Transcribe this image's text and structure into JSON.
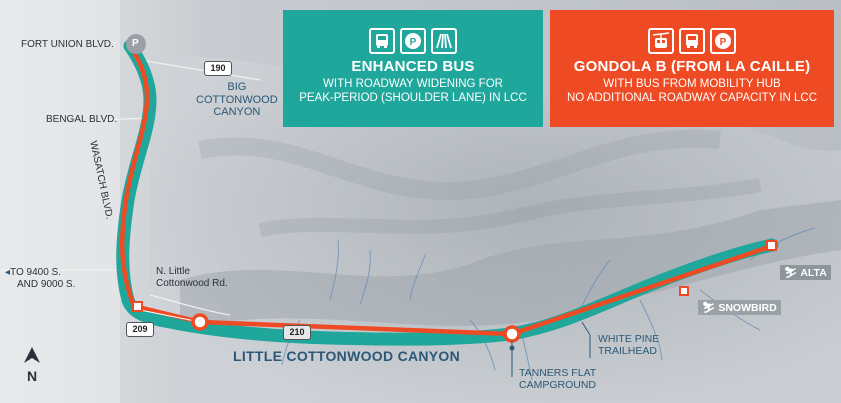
{
  "panels": {
    "enhanced_bus": {
      "title": "ENHANCED BUS",
      "line1": "WITH ROADWAY WIDENING FOR",
      "line2": "PEAK-PERIOD (SHOULDER LANE) IN LCC",
      "color": "#20a79c",
      "icons": [
        "bus-icon",
        "parking-icon",
        "roadway-widening-icon"
      ]
    },
    "gondola_b": {
      "title": "GONDOLA B (FROM LA CAILLE)",
      "line1": "WITH BUS FROM MOBILITY HUB",
      "line2": "NO ADDITIONAL ROADWAY CAPACITY IN LCC",
      "color": "#ee4a23",
      "icons": [
        "gondola-icon",
        "bus-icon",
        "parking-icon"
      ]
    }
  },
  "labels": {
    "fort_union": "FORT UNION BLVD.",
    "bengal": "BENGAL BLVD.",
    "big_cottonwood_1": "BIG",
    "big_cottonwood_2": "COTTONWOOD",
    "big_cottonwood_3": "CANYON",
    "wasatch": "WASATCH BLVD.",
    "to_9400_1": "TO 9400 S.",
    "to_9400_2": "AND 9000 S.",
    "n_little_1": "N. Little",
    "n_little_2": "Cottonwood Rd.",
    "canyon": "LITTLE COTTONWOOD CANYON",
    "white_pine_1": "WHITE PINE",
    "white_pine_2": "TRAILHEAD",
    "tanners_1": "TANNERS FLAT",
    "tanners_2": "CAMPGROUND",
    "alta": "ALTA",
    "snowbird": "SNOWBIRD",
    "north": "N",
    "parking_letter": "P",
    "arrow_left": "◂"
  },
  "shields": {
    "r190": "190",
    "r209": "209",
    "r210": "210"
  },
  "colors": {
    "teal": "#20a79c",
    "orange": "#ee4a23",
    "text_dark": "#2b5876"
  }
}
